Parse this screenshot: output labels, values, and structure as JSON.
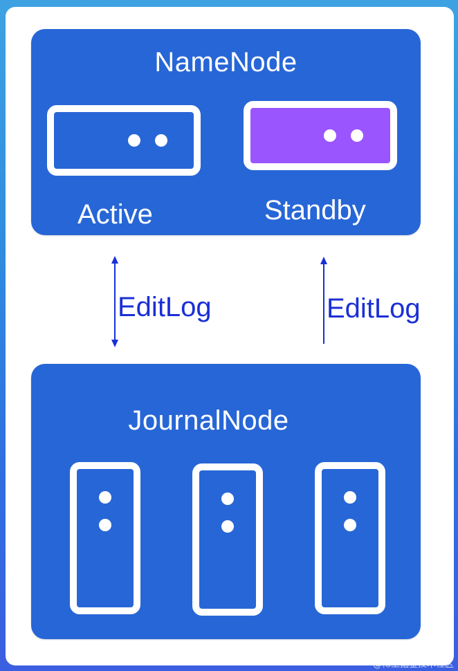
{
  "namenode": {
    "title": "NameNode",
    "active_label": "Active",
    "standby_label": "Standby"
  },
  "edges": {
    "left_label": "EditLog",
    "right_label": "EditLog"
  },
  "journalnode": {
    "title": "JournalNode"
  },
  "watermark": "@稀土掘金技术社区",
  "colors": {
    "panel": "#2766d6",
    "standby_fill": "#9a55ff",
    "arrow": "#1a2fd6",
    "label": "#1a2fd6"
  }
}
